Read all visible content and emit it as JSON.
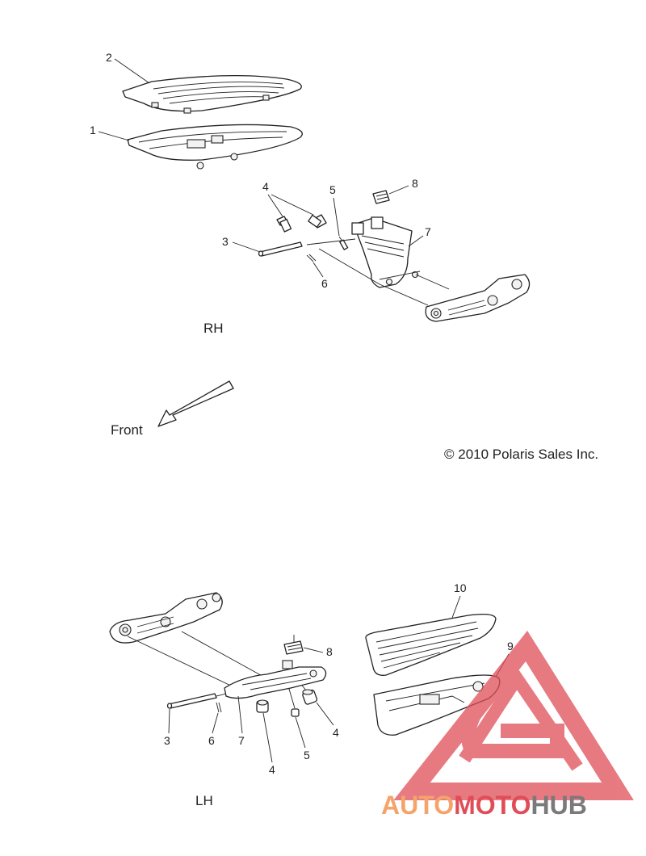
{
  "diagram": {
    "side_labels": {
      "rh": "RH",
      "lh": "LH"
    },
    "front_label": "Front",
    "copyright": "© 2010 Polaris Sales Inc.",
    "watermark": {
      "text_a": "AUTO",
      "text_b": "MOTO",
      "text_c": "HUB",
      "colors": [
        "#f4a46a",
        "#e04d57",
        "#7a7a7a"
      ]
    },
    "rh_callouts": [
      "2",
      "1",
      "4",
      "5",
      "8",
      "3",
      "7",
      "6"
    ],
    "lh_callouts": [
      "10",
      "9",
      "8",
      "3",
      "6",
      "7",
      "4",
      "5",
      "4"
    ]
  }
}
